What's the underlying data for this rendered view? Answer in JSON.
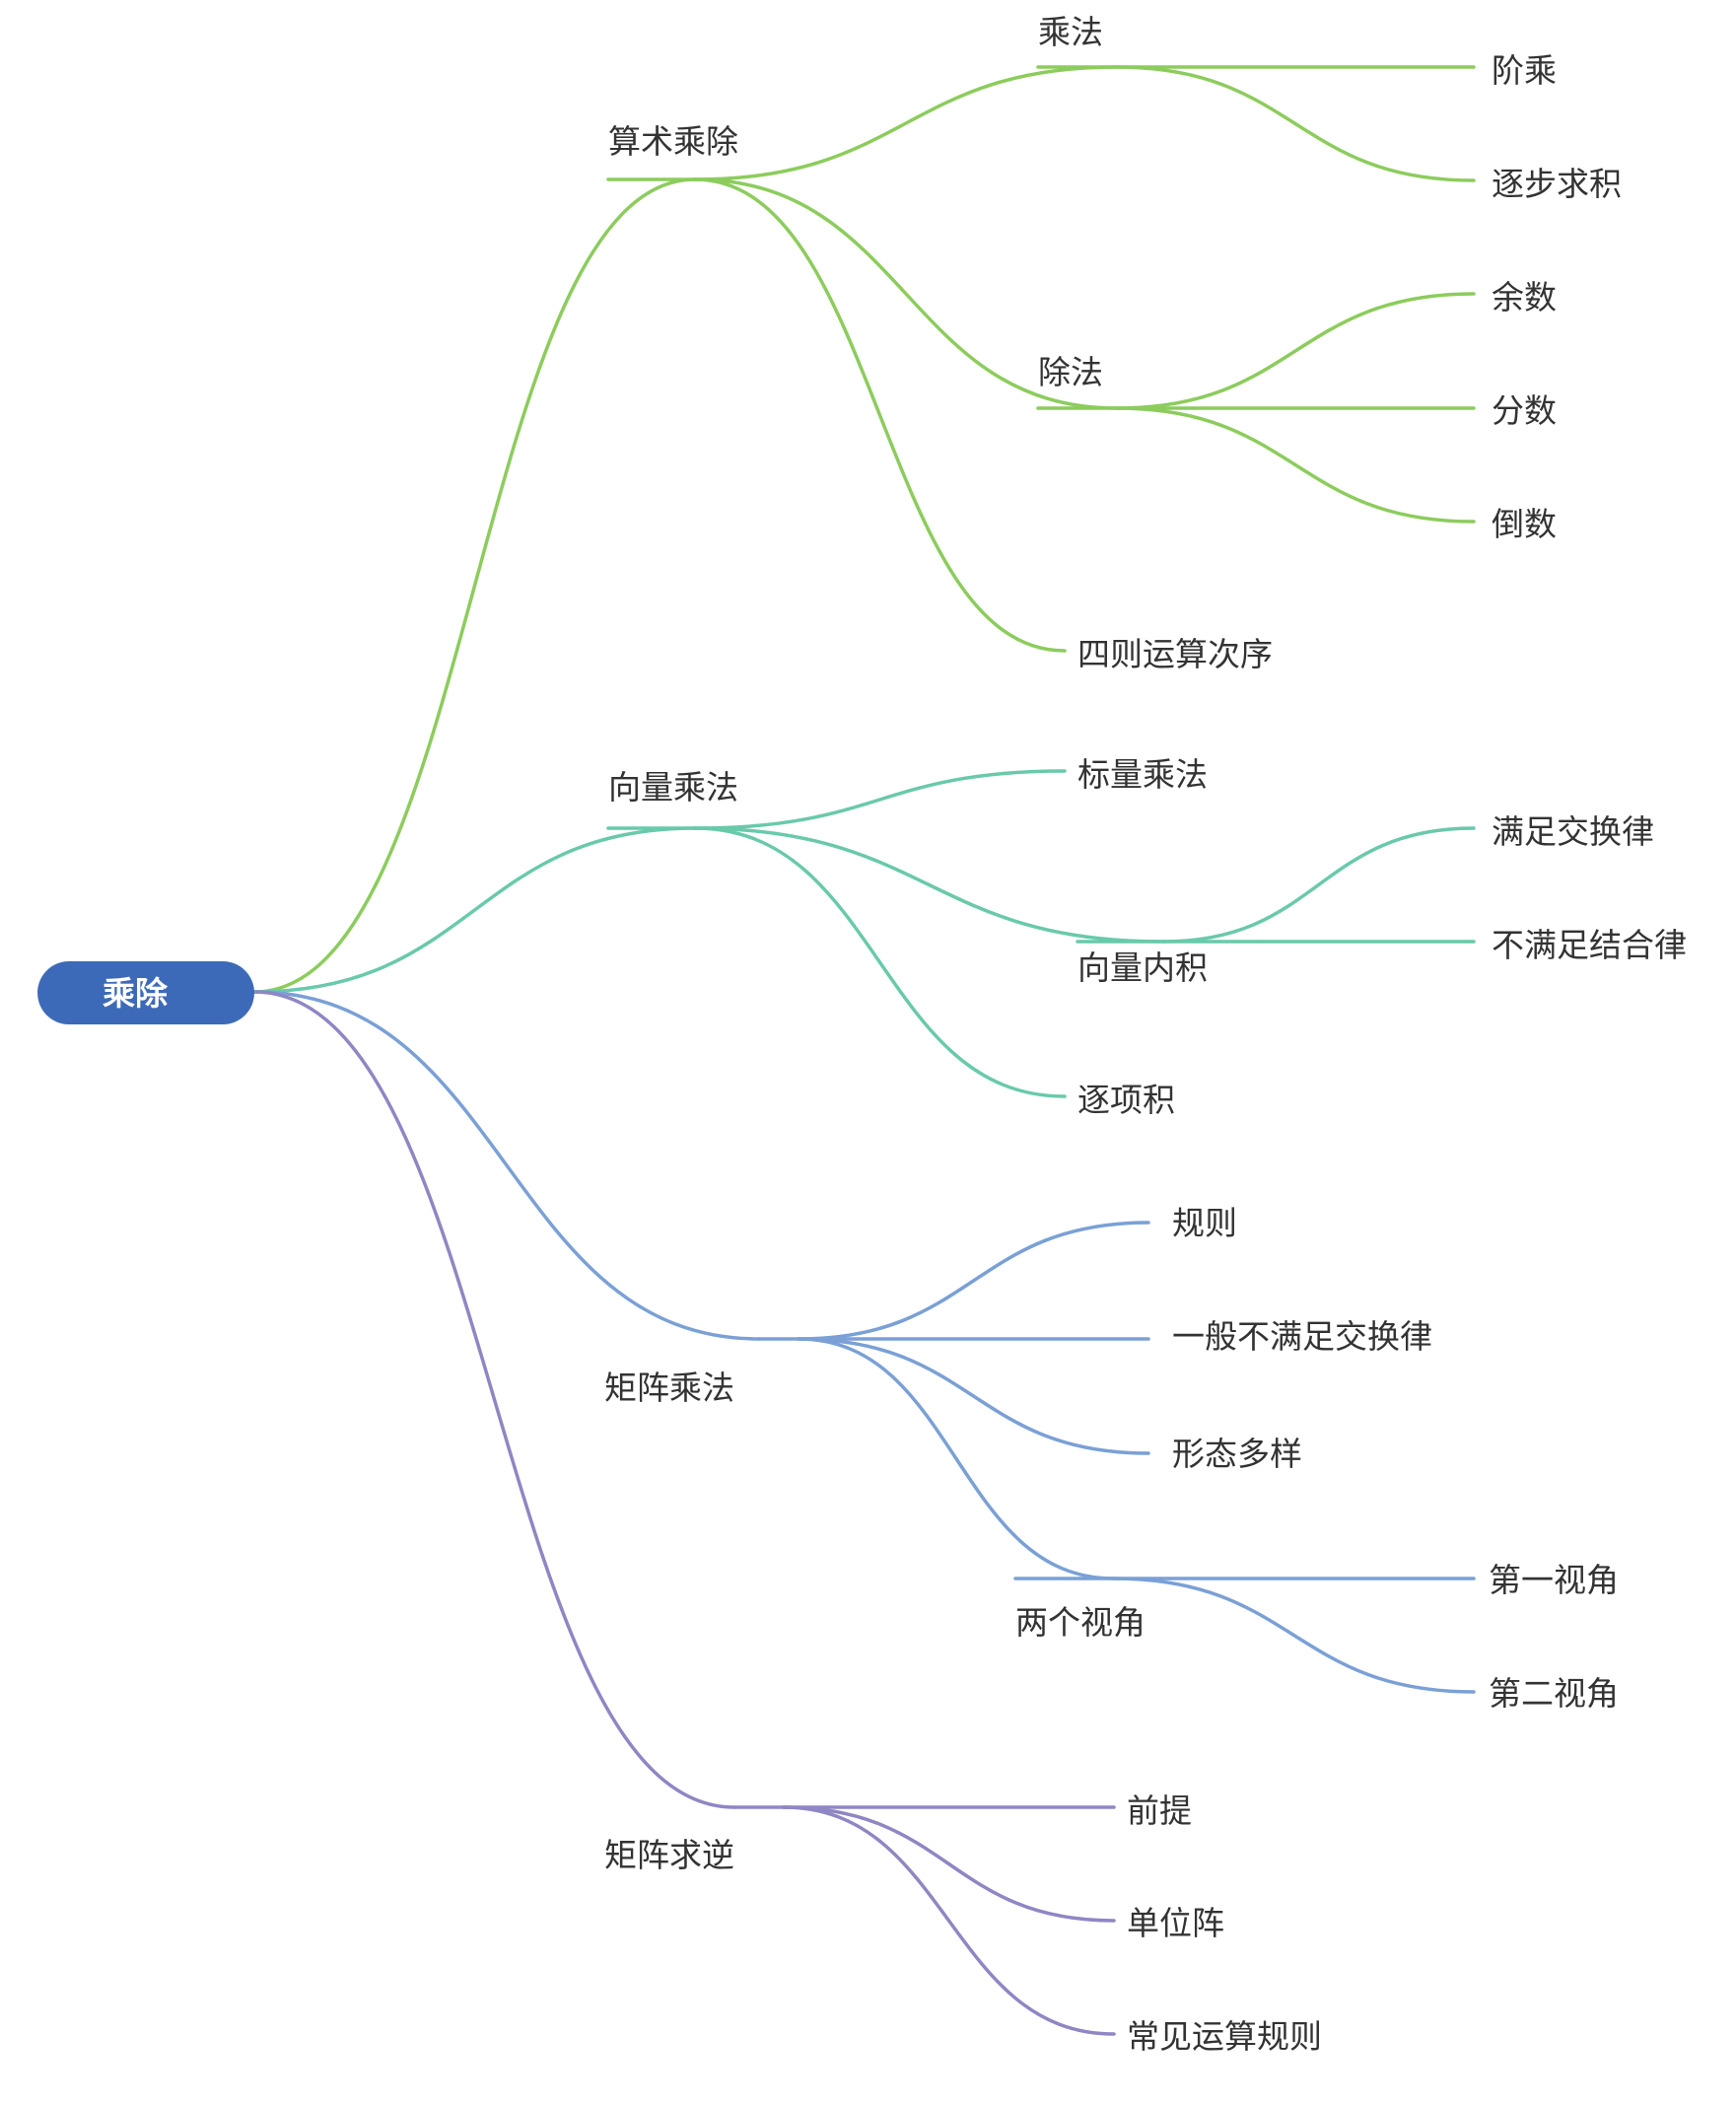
{
  "root": {
    "label": "乘除",
    "color": "#3d6ab8"
  },
  "branches": [
    {
      "label": "算术乘除",
      "color": "#8ccc5c",
      "children": [
        {
          "label": "乘法",
          "children": [
            {
              "label": "阶乘"
            },
            {
              "label": "逐步求积"
            }
          ]
        },
        {
          "label": "除法",
          "children": [
            {
              "label": "余数"
            },
            {
              "label": "分数"
            },
            {
              "label": "倒数"
            }
          ]
        },
        {
          "label": "四则运算次序"
        }
      ]
    },
    {
      "label": "向量乘法",
      "color": "#69c9ab",
      "children": [
        {
          "label": "标量乘法"
        },
        {
          "label": "向量内积",
          "children": [
            {
              "label": "满足交换律"
            },
            {
              "label": "不满足结合律"
            }
          ]
        },
        {
          "label": "逐项积"
        }
      ]
    },
    {
      "label": "矩阵乘法",
      "color": "#7aa0d6",
      "children": [
        {
          "label": "规则"
        },
        {
          "label": "一般不满足交换律"
        },
        {
          "label": "形态多样"
        },
        {
          "label": "两个视角",
          "children": [
            {
              "label": "第一视角"
            },
            {
              "label": "第二视角"
            }
          ]
        }
      ]
    },
    {
      "label": "矩阵求逆",
      "color": "#8f86c4",
      "children": [
        {
          "label": "前提"
        },
        {
          "label": "单位阵"
        },
        {
          "label": "常见运算规则"
        }
      ]
    }
  ],
  "level1_text_color": "#6b8fc0"
}
